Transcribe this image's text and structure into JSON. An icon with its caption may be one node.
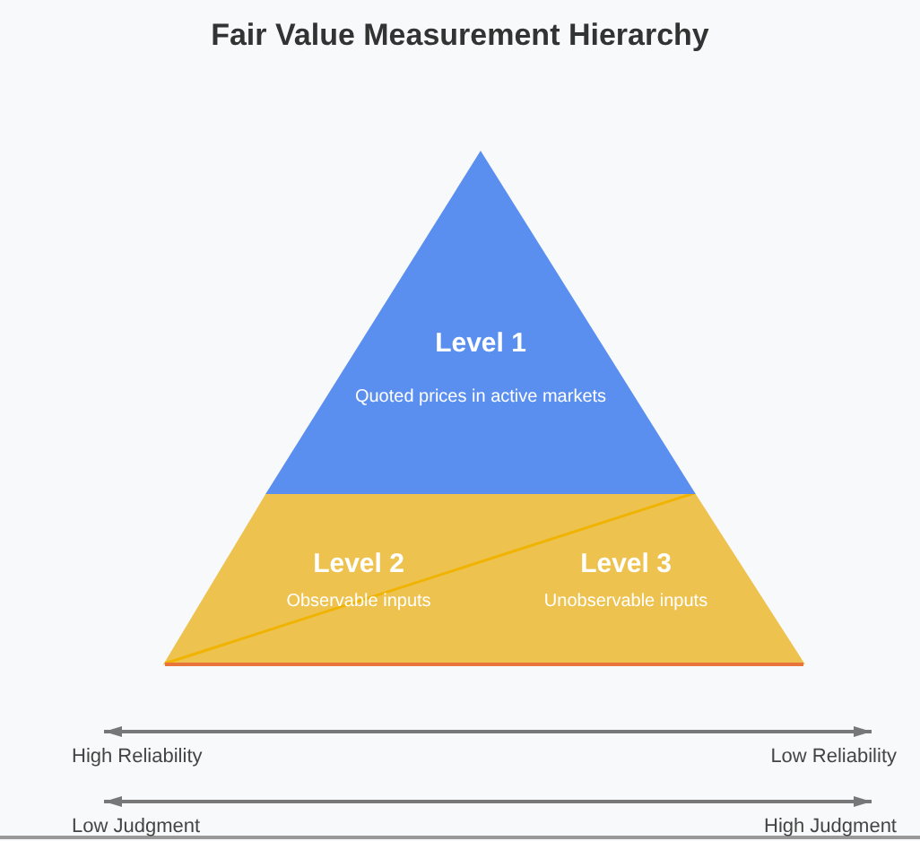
{
  "diagram": {
    "title": "Fair Value Measurement Hierarchy",
    "nodes": [
      {
        "text": [
          "Level 1",
          "Quoted prices in active markets"
        ]
      },
      {
        "text": [
          "Level 2",
          "Observable inputs"
        ]
      },
      {
        "text": [
          "Level 3",
          "Unobservable inputs"
        ]
      }
    ],
    "labels": [
      "High Reliability",
      "Low Reliability",
      "Low Judgment",
      "High Judgment"
    ]
  }
}
